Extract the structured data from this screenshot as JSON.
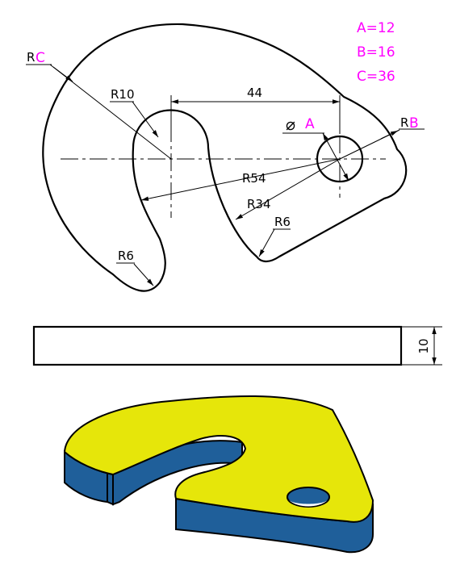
{
  "parameters": [
    "A=12",
    "B=16",
    "C=36"
  ],
  "dimensions": {
    "rc_prefix": "R",
    "rc_var": "C",
    "r10": "R10",
    "d44": "44",
    "phi": "⌀",
    "phi_var": "A",
    "rb_prefix": "R",
    "rb_var": "B",
    "r54": "R54",
    "r34": "R34",
    "r6_right": "R6",
    "r6_left": "R6",
    "thickness": "10"
  },
  "colors": {
    "line": "#000000",
    "parameter": "#ff00ff",
    "iso_top": "#e6e60a",
    "iso_side": "#1f5f9a"
  }
}
